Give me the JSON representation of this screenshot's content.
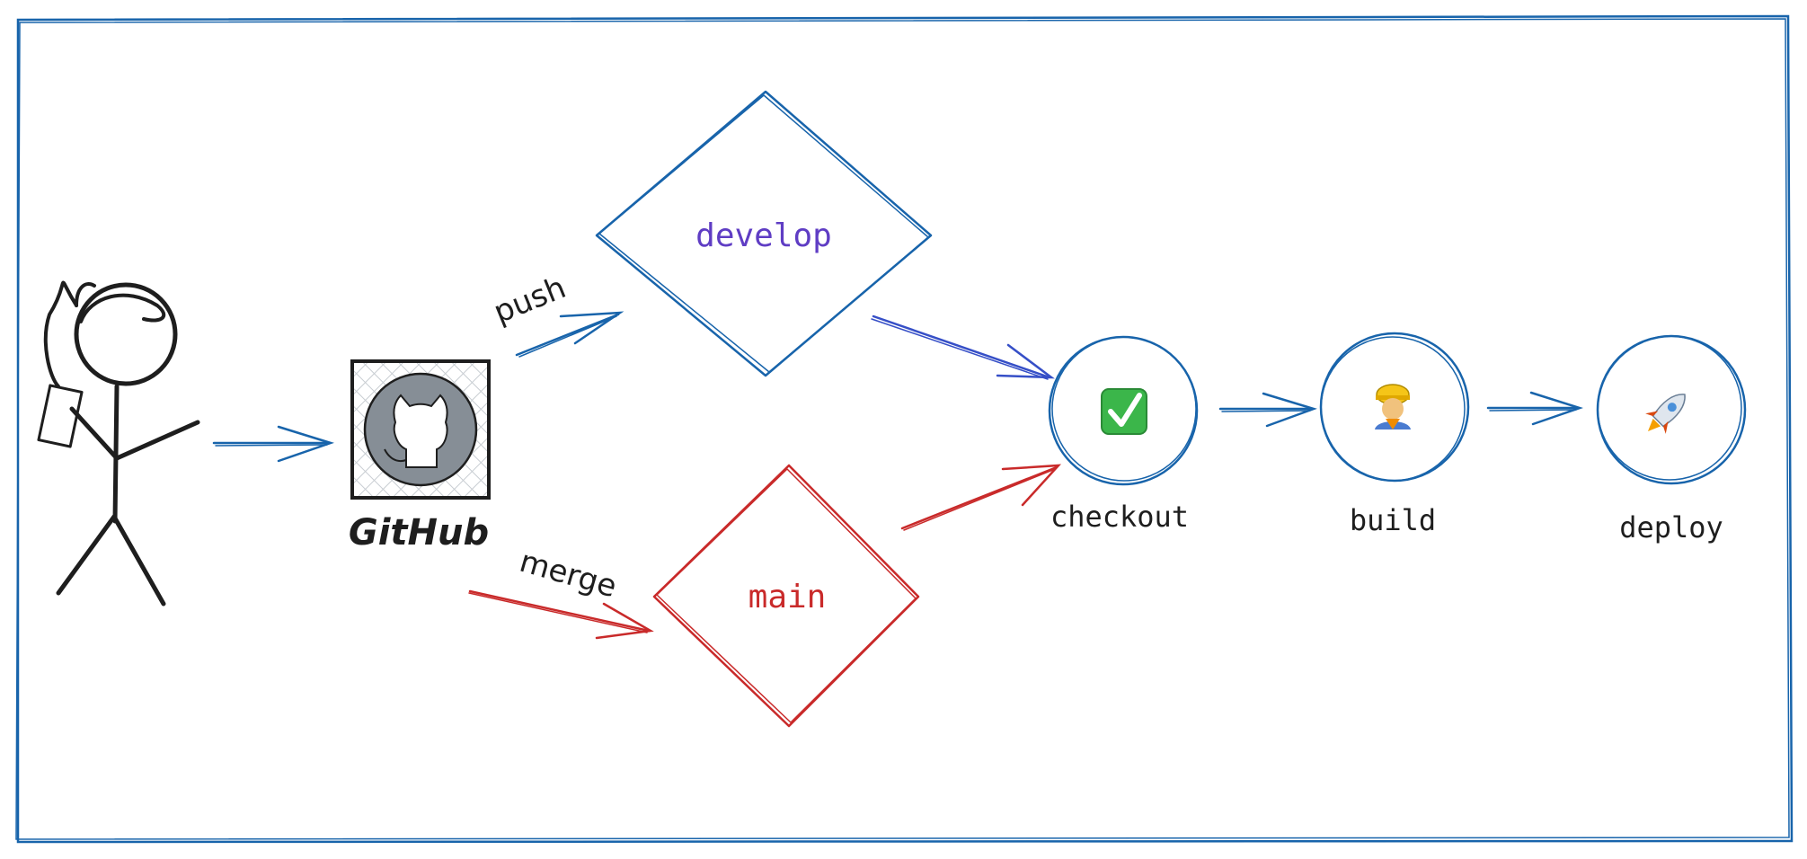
{
  "labels": {
    "push": "push",
    "merge": "merge",
    "develop": "develop",
    "main": "main",
    "github": "GitHub",
    "checkout": "checkout",
    "build": "build",
    "deploy": "deploy"
  },
  "icons": {
    "checkout": "✅",
    "build": "👷",
    "deploy": "🚀"
  },
  "colors": {
    "blue": "#1864ab",
    "red": "#c92a2a",
    "purple": "#5f3dc4",
    "ink": "#1e1e1e",
    "octocat_bg": "#868e96"
  }
}
